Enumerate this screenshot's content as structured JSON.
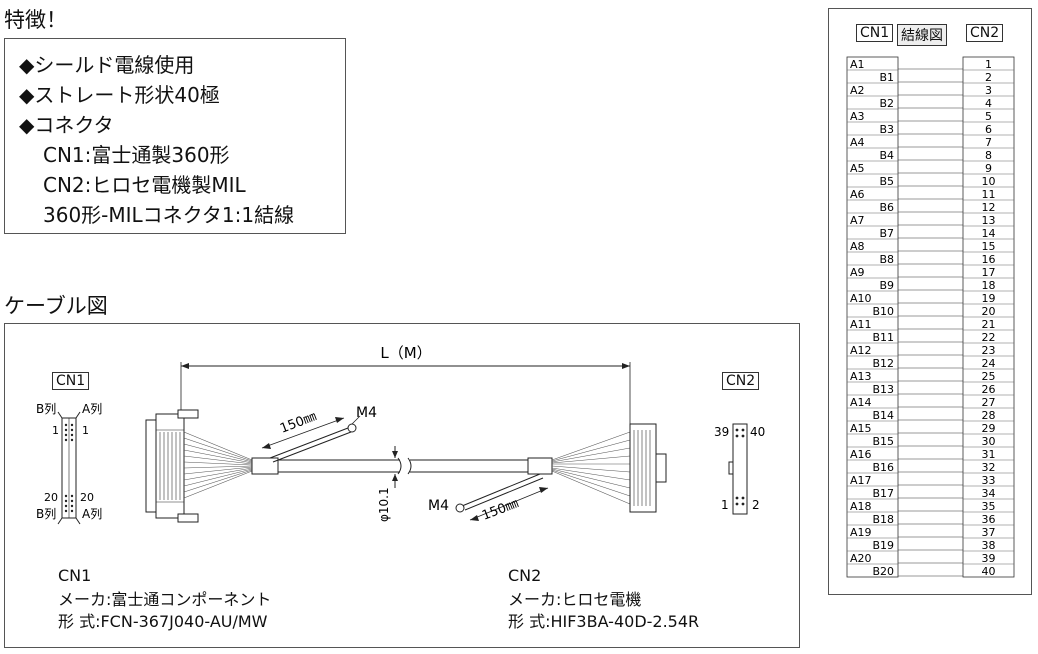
{
  "features": {
    "title": "特徴！",
    "lines": [
      "◆シールド電線使用",
      "◆ストレート形状40極",
      "◆コネクタ",
      "CN1:富士通製360形",
      "CN2:ヒロセ電機製MIL",
      "360形-MILコネクタ1:1結線"
    ]
  },
  "cable": {
    "title": "ケーブル図",
    "cn1_tag": "CN1",
    "cn2_tag": "CN2",
    "length_label": "L（M）",
    "branch_len_label": "150㎜",
    "m4_label": "M4",
    "diameter_label": "φ10.1",
    "cn1_side": {
      "b_row": "B列",
      "a_row": "A列",
      "pin_top": "1",
      "pin_bottom": "20"
    },
    "cn2_side": {
      "tl": "39",
      "tr": "40",
      "bl": "1",
      "br": "2"
    },
    "cn1_info": {
      "title": "CN1",
      "maker": "メーカ:富士通コンポーネント",
      "model": "形 式:FCN-367J040-AU/MW"
    },
    "cn2_info": {
      "title": "CN2",
      "maker": "メーカ:ヒロセ電機",
      "model": "形 式:HIF3BA-40D-2.54R"
    }
  },
  "wiring": {
    "header": {
      "left": "CN1",
      "center": "結線図",
      "right": "CN2"
    },
    "rows": [
      {
        "cn1": "A1",
        "cn2": "1"
      },
      {
        "cn1": "B1",
        "cn2": "2"
      },
      {
        "cn1": "A2",
        "cn2": "3"
      },
      {
        "cn1": "B2",
        "cn2": "4"
      },
      {
        "cn1": "A3",
        "cn2": "5"
      },
      {
        "cn1": "B3",
        "cn2": "6"
      },
      {
        "cn1": "A4",
        "cn2": "7"
      },
      {
        "cn1": "B4",
        "cn2": "8"
      },
      {
        "cn1": "A5",
        "cn2": "9"
      },
      {
        "cn1": "B5",
        "cn2": "10"
      },
      {
        "cn1": "A6",
        "cn2": "11"
      },
      {
        "cn1": "B6",
        "cn2": "12"
      },
      {
        "cn1": "A7",
        "cn2": "13"
      },
      {
        "cn1": "B7",
        "cn2": "14"
      },
      {
        "cn1": "A8",
        "cn2": "15"
      },
      {
        "cn1": "B8",
        "cn2": "16"
      },
      {
        "cn1": "A9",
        "cn2": "17"
      },
      {
        "cn1": "B9",
        "cn2": "18"
      },
      {
        "cn1": "A10",
        "cn2": "19"
      },
      {
        "cn1": "B10",
        "cn2": "20"
      },
      {
        "cn1": "A11",
        "cn2": "21"
      },
      {
        "cn1": "B11",
        "cn2": "22"
      },
      {
        "cn1": "A12",
        "cn2": "23"
      },
      {
        "cn1": "B12",
        "cn2": "24"
      },
      {
        "cn1": "A13",
        "cn2": "25"
      },
      {
        "cn1": "B13",
        "cn2": "26"
      },
      {
        "cn1": "A14",
        "cn2": "27"
      },
      {
        "cn1": "B14",
        "cn2": "28"
      },
      {
        "cn1": "A15",
        "cn2": "29"
      },
      {
        "cn1": "B15",
        "cn2": "30"
      },
      {
        "cn1": "A16",
        "cn2": "31"
      },
      {
        "cn1": "B16",
        "cn2": "32"
      },
      {
        "cn1": "A17",
        "cn2": "33"
      },
      {
        "cn1": "B17",
        "cn2": "34"
      },
      {
        "cn1": "A18",
        "cn2": "35"
      },
      {
        "cn1": "B18",
        "cn2": "36"
      },
      {
        "cn1": "A19",
        "cn2": "37"
      },
      {
        "cn1": "B19",
        "cn2": "38"
      },
      {
        "cn1": "A20",
        "cn2": "39"
      },
      {
        "cn1": "B20",
        "cn2": "40"
      }
    ]
  }
}
